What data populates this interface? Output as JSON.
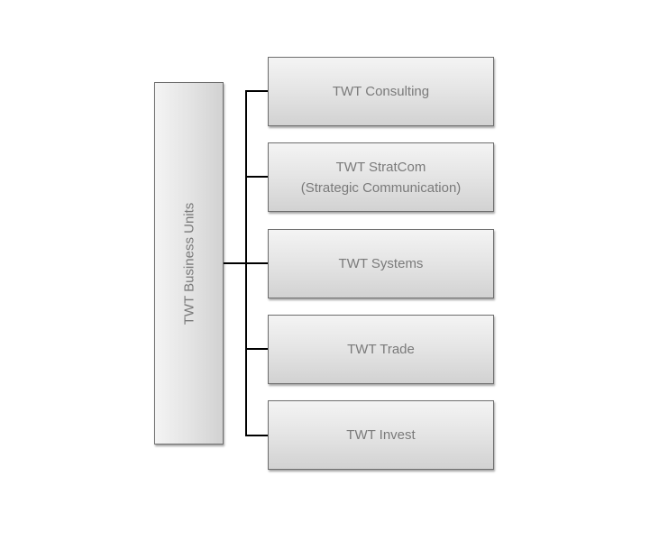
{
  "root": {
    "label": "TWT Business Units"
  },
  "children": [
    {
      "line1": "TWT Consulting"
    },
    {
      "line1": "TWT StratCom",
      "line2": "(Strategic Communication)"
    },
    {
      "line1": "TWT Systems"
    },
    {
      "line1": "TWT Trade"
    },
    {
      "line1": "TWT Invest"
    }
  ]
}
